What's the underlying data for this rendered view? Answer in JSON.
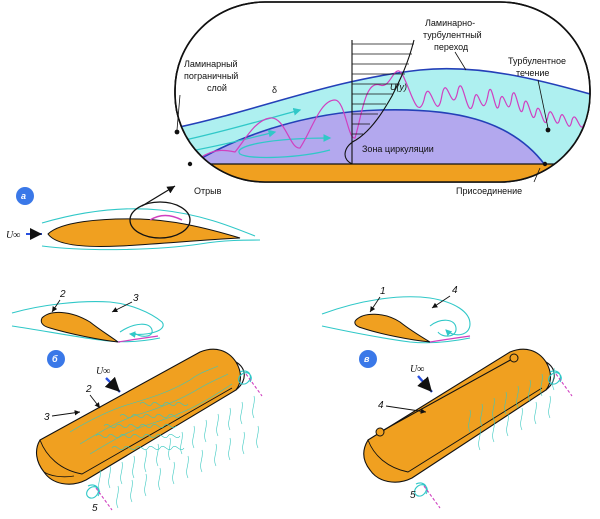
{
  "colors": {
    "airfoil": "#f0a020",
    "boundary_layer": "#aef0f0",
    "circulation": "#b3a8ee",
    "streamline": "#30c8c8",
    "turbulence": "#d040c0",
    "badge": "#3a78e8",
    "arrow": "#2850e0"
  },
  "panel_a": {
    "badge": "а",
    "u_inf": "U∞",
    "labels": {
      "laminar_layer": [
        "Ламинарный",
        "пограничный",
        "слой"
      ],
      "transition": [
        "Ламинарно-",
        "турбулентный",
        "переход"
      ],
      "turbulent_flow": [
        "Турбулентное",
        "течение"
      ],
      "delta": "δ",
      "velocity_profile": "U(y)",
      "circulation_zone": "Зона циркуляции",
      "separation": "Отрыв",
      "reattachment": "Присоединение"
    }
  },
  "panel_b": {
    "badge": "б",
    "u_inf": "U∞",
    "numbers": [
      "2",
      "3",
      "2",
      "3",
      "5"
    ]
  },
  "panel_c": {
    "badge": "в",
    "u_inf": "U∞",
    "numbers": [
      "1",
      "4",
      "4",
      "5"
    ]
  }
}
